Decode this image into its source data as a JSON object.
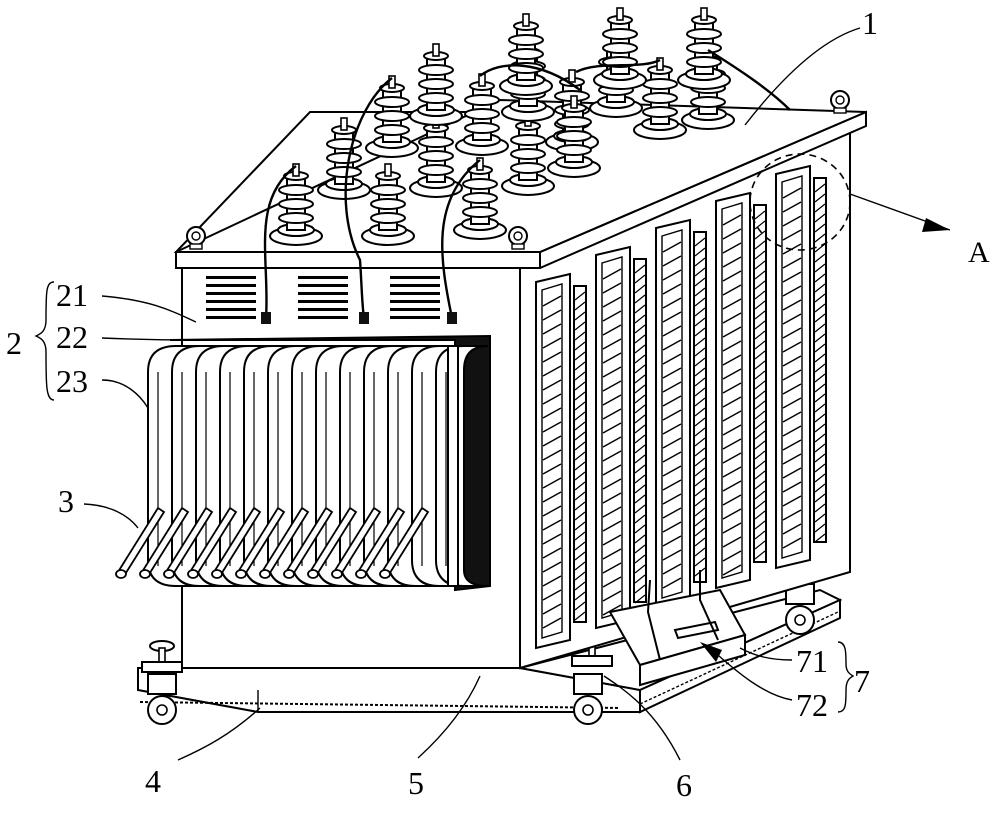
{
  "labels": {
    "l1": "1",
    "l2": "2",
    "l21": "21",
    "l22": "22",
    "l23": "23",
    "l3": "3",
    "l4": "4",
    "l5": "5",
    "l6": "6",
    "l7": "7",
    "l71": "71",
    "l72": "72",
    "lA": "A"
  },
  "icons": {
    "bushing": "bushing-icon",
    "lifting_ring": "lifting-ring-icon",
    "caster": "caster-wheel-icon"
  },
  "counts": {
    "bushings": 18,
    "radiator_fins": 13,
    "side_radiators": 5
  }
}
